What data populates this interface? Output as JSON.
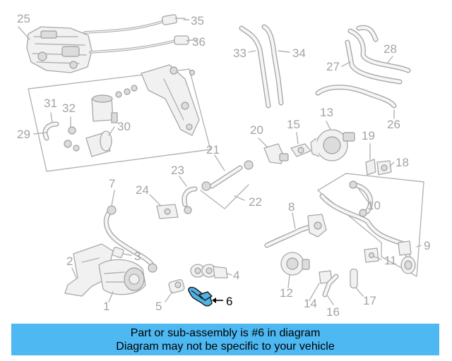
{
  "banner": {
    "line1": "Part or sub-assembly is #6 in diagram",
    "line2": "Diagram may not be specific to your vehicle"
  },
  "highlight": {
    "part_number": "6",
    "color": "#4fb3e6"
  },
  "colors": {
    "banner_bg": "#4db8f1",
    "parts_line": "#b4b4b4",
    "labels": "#a3a3a3"
  },
  "callouts": [
    "1",
    "2",
    "3",
    "4",
    "5",
    "6",
    "7",
    "8",
    "9",
    "10",
    "11",
    "12",
    "13",
    "14",
    "15",
    "16",
    "17",
    "18",
    "19",
    "20",
    "21",
    "22",
    "23",
    "24",
    "25",
    "26",
    "27",
    "28",
    "29",
    "30",
    "31",
    "32",
    "33",
    "34",
    "35",
    "36"
  ]
}
